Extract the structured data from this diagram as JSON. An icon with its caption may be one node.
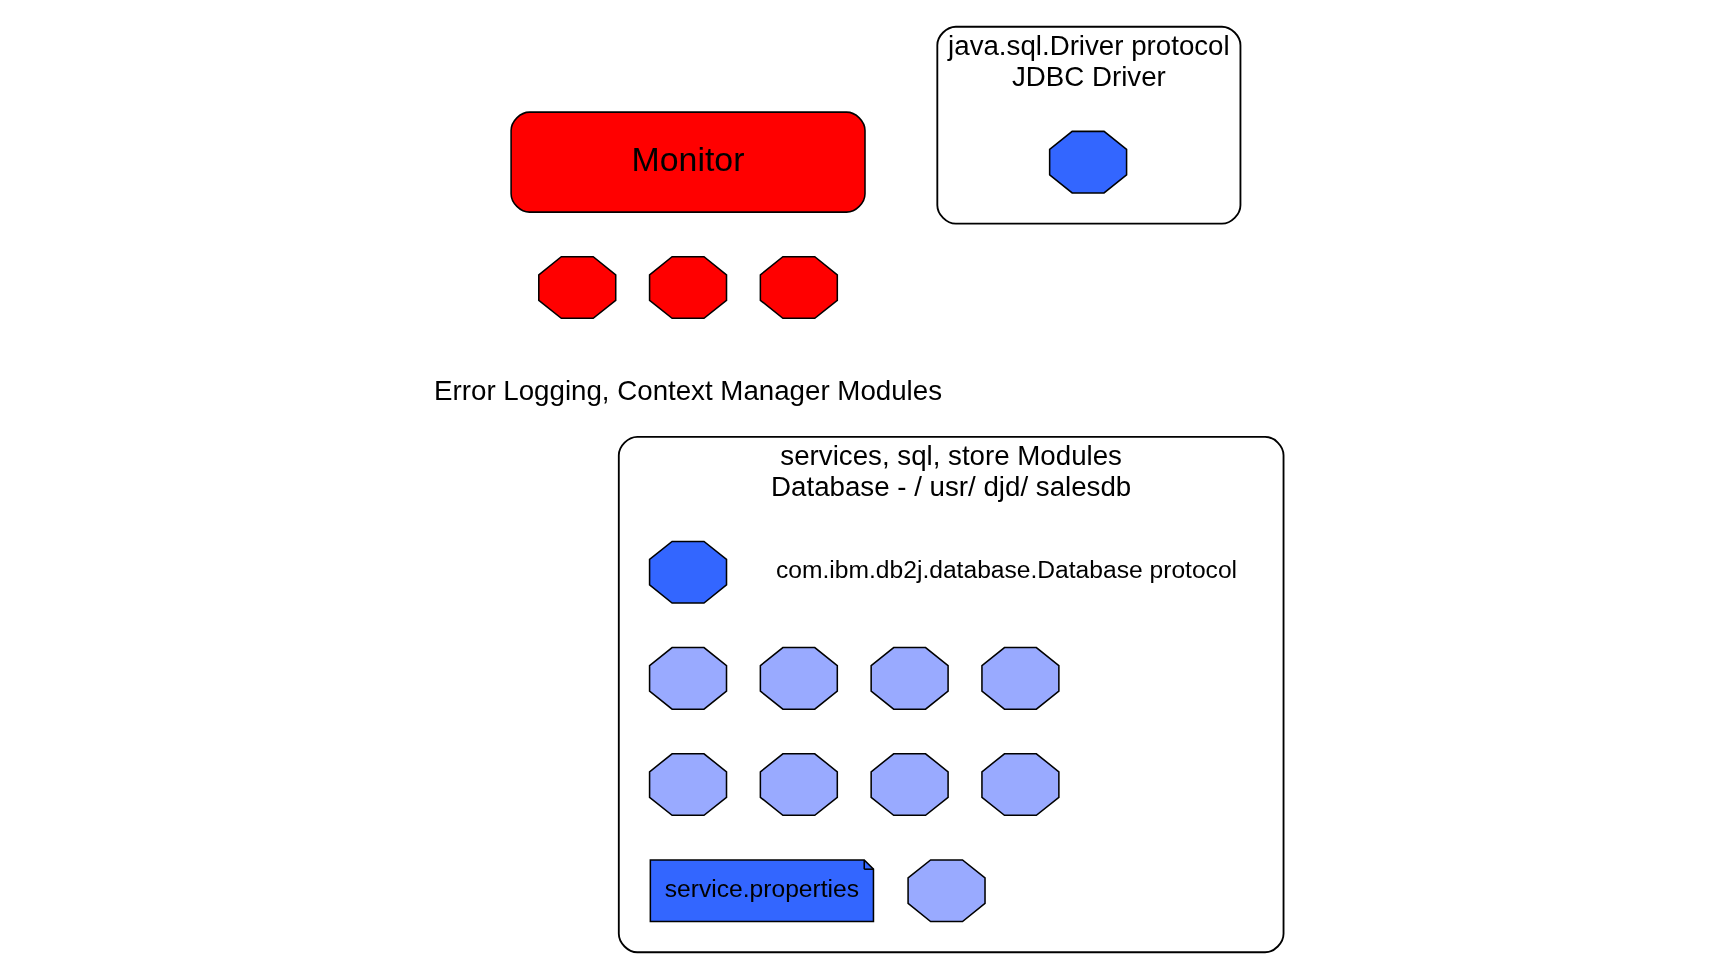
{
  "diagram": {
    "nodes": [
      {
        "text": [
          "Monitor"
        ]
      },
      {
        "text": [],
        "shape": "octagon"
      },
      {
        "text": [],
        "shape": "octagon"
      },
      {
        "text": [],
        "shape": "octagon"
      },
      {
        "text": [
          "java.sql.Driver protocol",
          "JDBC Driver"
        ]
      },
      {
        "text": [],
        "shape": "octagon",
        "in": 4
      },
      {
        "text": [
          "services, sql, store Modules",
          "Database - / usr/ djd/ salesdb"
        ]
      },
      {
        "text": [],
        "shape": "octagon",
        "in": 6,
        "beside": [
          "com.ibm.db2j.database.Database protocol"
        ]
      },
      {
        "text": [],
        "shape": "octagon",
        "in": 6
      },
      {
        "text": [],
        "shape": "octagon",
        "in": 6
      },
      {
        "text": [],
        "shape": "octagon",
        "in": 6
      },
      {
        "text": [],
        "shape": "octagon",
        "in": 6
      },
      {
        "text": [],
        "shape": "octagon",
        "in": 6
      },
      {
        "text": [],
        "shape": "octagon",
        "in": 6
      },
      {
        "text": [],
        "shape": "octagon",
        "in": 6
      },
      {
        "text": [],
        "shape": "octagon",
        "in": 6
      },
      {
        "text": [],
        "shape": "octagon",
        "in": 6
      },
      {
        "text": [
          "service.properties"
        ],
        "in": 6
      }
    ],
    "edges": [],
    "labels": [
      "Error Logging, Context Manager Modules"
    ]
  }
}
